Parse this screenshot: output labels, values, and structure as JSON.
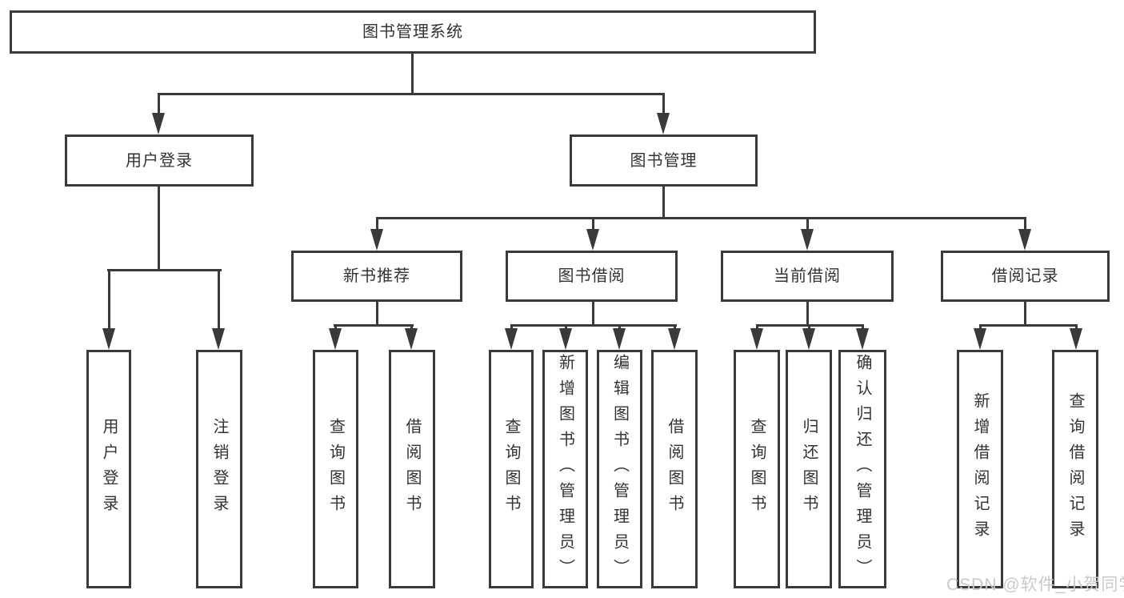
{
  "tree": {
    "label": "图书管理系统",
    "children": [
      {
        "label": "用户登录",
        "children": [
          {
            "label": "用户登录"
          },
          {
            "label": "注销登录"
          }
        ]
      },
      {
        "label": "图书管理",
        "children": [
          {
            "label": "新书推荐",
            "children": [
              {
                "label": "查询图书"
              },
              {
                "label": "借阅图书"
              }
            ]
          },
          {
            "label": "图书借阅",
            "children": [
              {
                "label": "查询图书"
              },
              {
                "label": "新增图书（管理员）"
              },
              {
                "label": "编辑图书（管理员）"
              },
              {
                "label": "借阅图书"
              }
            ]
          },
          {
            "label": "当前借阅",
            "children": [
              {
                "label": "查询图书"
              },
              {
                "label": "归还图书"
              },
              {
                "label": "确认归还（管理员）"
              }
            ]
          },
          {
            "label": "借阅记录",
            "children": [
              {
                "label": "新增借阅记录"
              },
              {
                "label": "查询借阅记录"
              }
            ]
          }
        ]
      }
    ]
  },
  "watermark": {
    "text": "CSDN @软件_小贺同学"
  },
  "colors": {
    "line": "#3a3a3a",
    "text": "#333333",
    "watermark": "#c9c9c9",
    "background": "#ffffff"
  }
}
